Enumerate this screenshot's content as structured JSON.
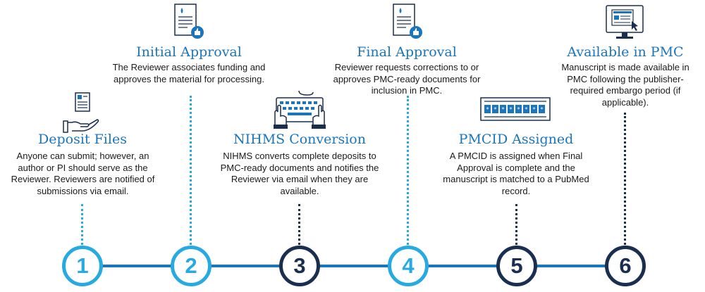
{
  "steps": [
    {
      "number": "1",
      "title": "Deposit Files",
      "description": "Anyone can submit; however, an author or PI should serve as the Reviewer. Reviewers are notified of submissions via email.",
      "icon": "hand-document-icon"
    },
    {
      "number": "2",
      "title": "Initial Approval",
      "description": "The Reviewer associates funding and approves the material for processing.",
      "icon": "document-approve-icon"
    },
    {
      "number": "3",
      "title": "NIHMS Conversion",
      "description": "NIHMS converts complete deposits to PMC-ready documents and notifies the Reviewer via email when they are available.",
      "icon": "keyboard-typing-icon"
    },
    {
      "number": "4",
      "title": "Final Approval",
      "description": "Reviewer requests corrections to or approves PMC-ready documents for inclusion in PMC.",
      "icon": "document-approve-icon"
    },
    {
      "number": "5",
      "title": "PMCID Assigned",
      "description": "A PMCID is assigned when Final Approval is complete and the manuscript is matched to a PubMed record.",
      "icon": "id-field-icon"
    },
    {
      "number": "6",
      "title": "Available in PMC",
      "description": "Manuscript is made available in PMC following the publisher-required embargo period (if applicable).",
      "icon": "monitor-cursor-icon"
    }
  ],
  "colors": {
    "light": "#27aae1",
    "dark": "#1a2f4f",
    "title": "#1b75bc",
    "line": "#1b75bc"
  }
}
